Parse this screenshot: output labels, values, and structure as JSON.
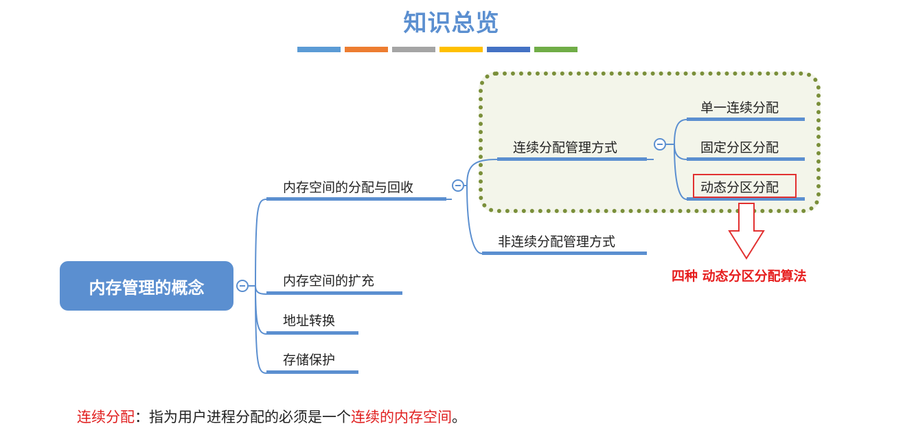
{
  "header": {
    "title": "知识总览",
    "color_bars": [
      "#5b9bd5",
      "#ed7d31",
      "#a5a5a5",
      "#ffc000",
      "#4472c4",
      "#70ad47"
    ]
  },
  "mindmap": {
    "root": "内存管理的概念",
    "level1": [
      "内存空间的分配与回收",
      "内存空间的扩充",
      "地址转换",
      "存储保护"
    ],
    "level2": [
      "连续分配管理方式",
      "非连续分配管理方式"
    ],
    "level3": [
      "单一连续分配",
      "固定分区分配",
      "动态分区分配"
    ]
  },
  "annotation": {
    "text": "四种 动态分区分配算法"
  },
  "definition": {
    "term": "连续分配",
    "colon": "：",
    "before": "指为用户进程分配的必须是一个",
    "highlight": "连续的内存空间",
    "after": "。"
  }
}
